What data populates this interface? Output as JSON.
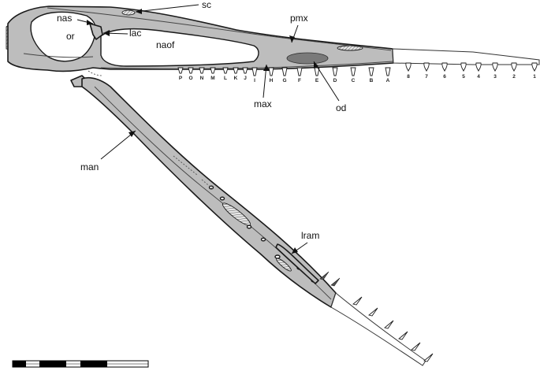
{
  "labels": {
    "sc": "sc",
    "nas": "nas",
    "or": "or",
    "lac": "lac",
    "naof": "naof",
    "pmx": "pmx",
    "max": "max",
    "od": "od",
    "man": "man",
    "lram": "lram"
  },
  "maxillary_teeth": [
    "P",
    "O",
    "N",
    "M",
    "L",
    "K",
    "J",
    "I",
    "H",
    "G",
    "F",
    "E",
    "D",
    "C",
    "B",
    "A"
  ],
  "premaxillary_teeth": [
    "8",
    "7",
    "6",
    "5",
    "4",
    "3",
    "2",
    "1"
  ],
  "colors": {
    "bone": "#bdbdbd",
    "odontoid": "#7a7a7a",
    "outline": "#1a1a1a",
    "scale_bar_dark": "#000000"
  }
}
